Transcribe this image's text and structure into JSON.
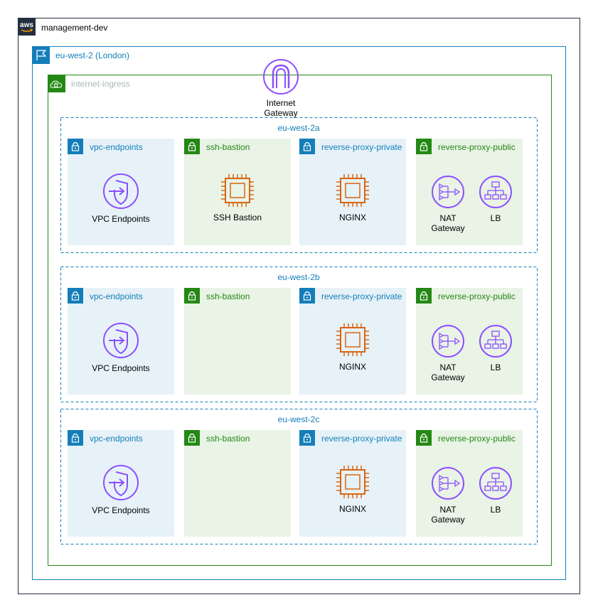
{
  "account": {
    "label": "management-dev",
    "logo_text": "aws",
    "border_color": "#232f3e"
  },
  "region": {
    "label": "eu-west-2 (London)",
    "color": "#147eba",
    "icon": "flag-icon"
  },
  "vpc": {
    "label": "internet-ingress",
    "color": "#248814",
    "label_color": "#aab7b8",
    "icon": "cloud-lock-icon"
  },
  "internet_gateway": {
    "label_line1": "Internet",
    "label_line2": "Gateway",
    "color": "#8c4fff",
    "icon": "internet-gateway-icon"
  },
  "colors": {
    "private_fill": "#e6f2f8",
    "public_fill": "#e9f3e6",
    "private_text": "#147eba",
    "public_text": "#248814",
    "az_border": "#147eba",
    "ec2_orange": "#d86613",
    "purple": "#8c4fff"
  },
  "availability_zones": [
    {
      "name": "eu-west-2a",
      "subnets": [
        {
          "name": "vpc-endpoints",
          "type": "private",
          "resources": [
            {
              "kind": "vpc-endpoint",
              "label": "VPC Endpoints"
            }
          ]
        },
        {
          "name": "ssh-bastion",
          "type": "public",
          "resources": [
            {
              "kind": "ec2-instance",
              "label": "SSH Bastion"
            }
          ]
        },
        {
          "name": "reverse-proxy-private",
          "type": "private",
          "resources": [
            {
              "kind": "ec2-instance",
              "label": "NGINX"
            }
          ]
        },
        {
          "name": "reverse-proxy-public",
          "type": "public",
          "resources": [
            {
              "kind": "nat-gateway",
              "label1": "NAT",
              "label2": "Gateway"
            },
            {
              "kind": "load-balancer",
              "label": "LB"
            }
          ]
        }
      ]
    },
    {
      "name": "eu-west-2b",
      "subnets": [
        {
          "name": "vpc-endpoints",
          "type": "private",
          "resources": [
            {
              "kind": "vpc-endpoint",
              "label": "VPC Endpoints"
            }
          ]
        },
        {
          "name": "ssh-bastion",
          "type": "public",
          "resources": []
        },
        {
          "name": "reverse-proxy-private",
          "type": "private",
          "resources": [
            {
              "kind": "ec2-instance",
              "label": "NGINX"
            }
          ]
        },
        {
          "name": "reverse-proxy-public",
          "type": "public",
          "resources": [
            {
              "kind": "nat-gateway",
              "label1": "NAT",
              "label2": "Gateway"
            },
            {
              "kind": "load-balancer",
              "label": "LB"
            }
          ]
        }
      ]
    },
    {
      "name": "eu-west-2c",
      "subnets": [
        {
          "name": "vpc-endpoints",
          "type": "private",
          "resources": [
            {
              "kind": "vpc-endpoint",
              "label": "VPC Endpoints"
            }
          ]
        },
        {
          "name": "ssh-bastion",
          "type": "public",
          "resources": []
        },
        {
          "name": "reverse-proxy-private",
          "type": "private",
          "resources": [
            {
              "kind": "ec2-instance",
              "label": "NGINX"
            }
          ]
        },
        {
          "name": "reverse-proxy-public",
          "type": "public",
          "resources": [
            {
              "kind": "nat-gateway",
              "label1": "NAT",
              "label2": "Gateway"
            },
            {
              "kind": "load-balancer",
              "label": "LB"
            }
          ]
        }
      ]
    }
  ]
}
